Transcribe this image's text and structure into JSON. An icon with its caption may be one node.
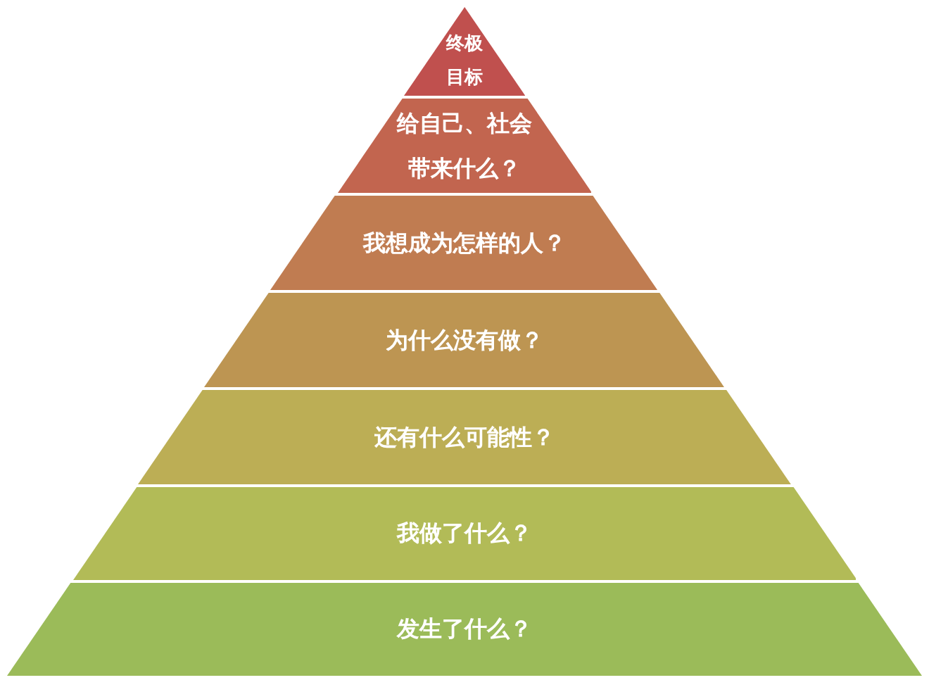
{
  "diagram": {
    "nodes": [
      {
        "text": [
          "终极目标"
        ]
      },
      {
        "text": [
          "给自己、社会带来什么？"
        ]
      },
      {
        "text": [
          "我想成为怎样的人？"
        ]
      },
      {
        "text": [
          "为什么没有做？"
        ]
      },
      {
        "text": [
          "还有什么可能性？"
        ]
      },
      {
        "text": [
          "我做了什么？"
        ]
      },
      {
        "text": [
          "发生了什么？"
        ]
      }
    ]
  }
}
